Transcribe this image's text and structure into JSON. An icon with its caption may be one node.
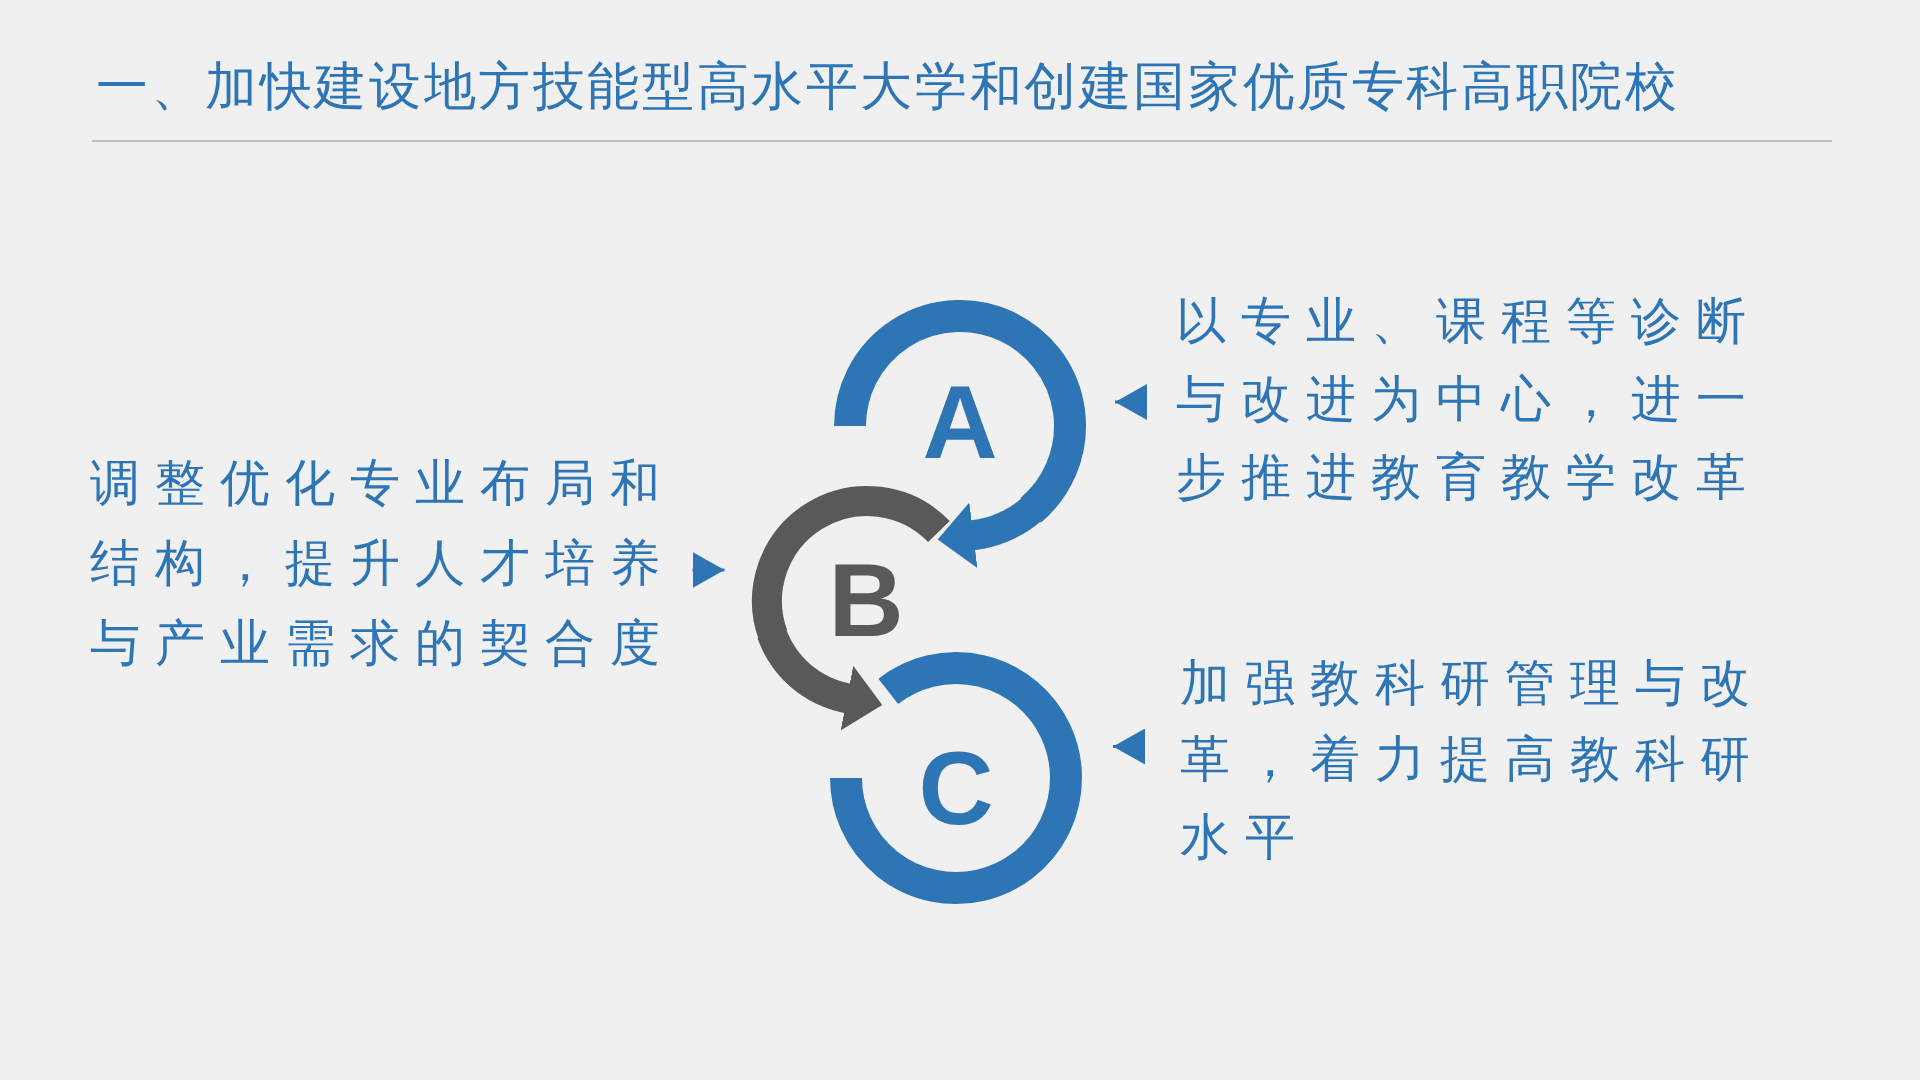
{
  "diagram": {
    "title": "一、加快建设地方技能型高水平大学和创建国家优质专科高职院校",
    "nodes": [
      {
        "text": [
          "调整优化专业布局和结构，提升人才培养与产业需求的契合度"
        ]
      },
      {
        "text": [
          "A"
        ]
      },
      {
        "text": [
          "B"
        ]
      },
      {
        "text": [
          "C"
        ]
      },
      {
        "text": [
          "以专业、课程等诊断与改进为中心，进一步推进教育教学改革"
        ]
      },
      {
        "text": [
          "加强教科研管理与改革，着力提高教科研水平"
        ]
      }
    ],
    "edges": [
      {
        "from": 0,
        "to": 2,
        "arrow": "to"
      },
      {
        "from": 1,
        "to": 2,
        "arrow": "to",
        "style": "thick"
      },
      {
        "from": 2,
        "to": 3,
        "arrow": "to",
        "style": "thick",
        "color": "#595959"
      },
      {
        "from": 4,
        "to": 1,
        "arrow": "to"
      },
      {
        "from": 5,
        "to": 3,
        "arrow": "to"
      }
    ]
  }
}
